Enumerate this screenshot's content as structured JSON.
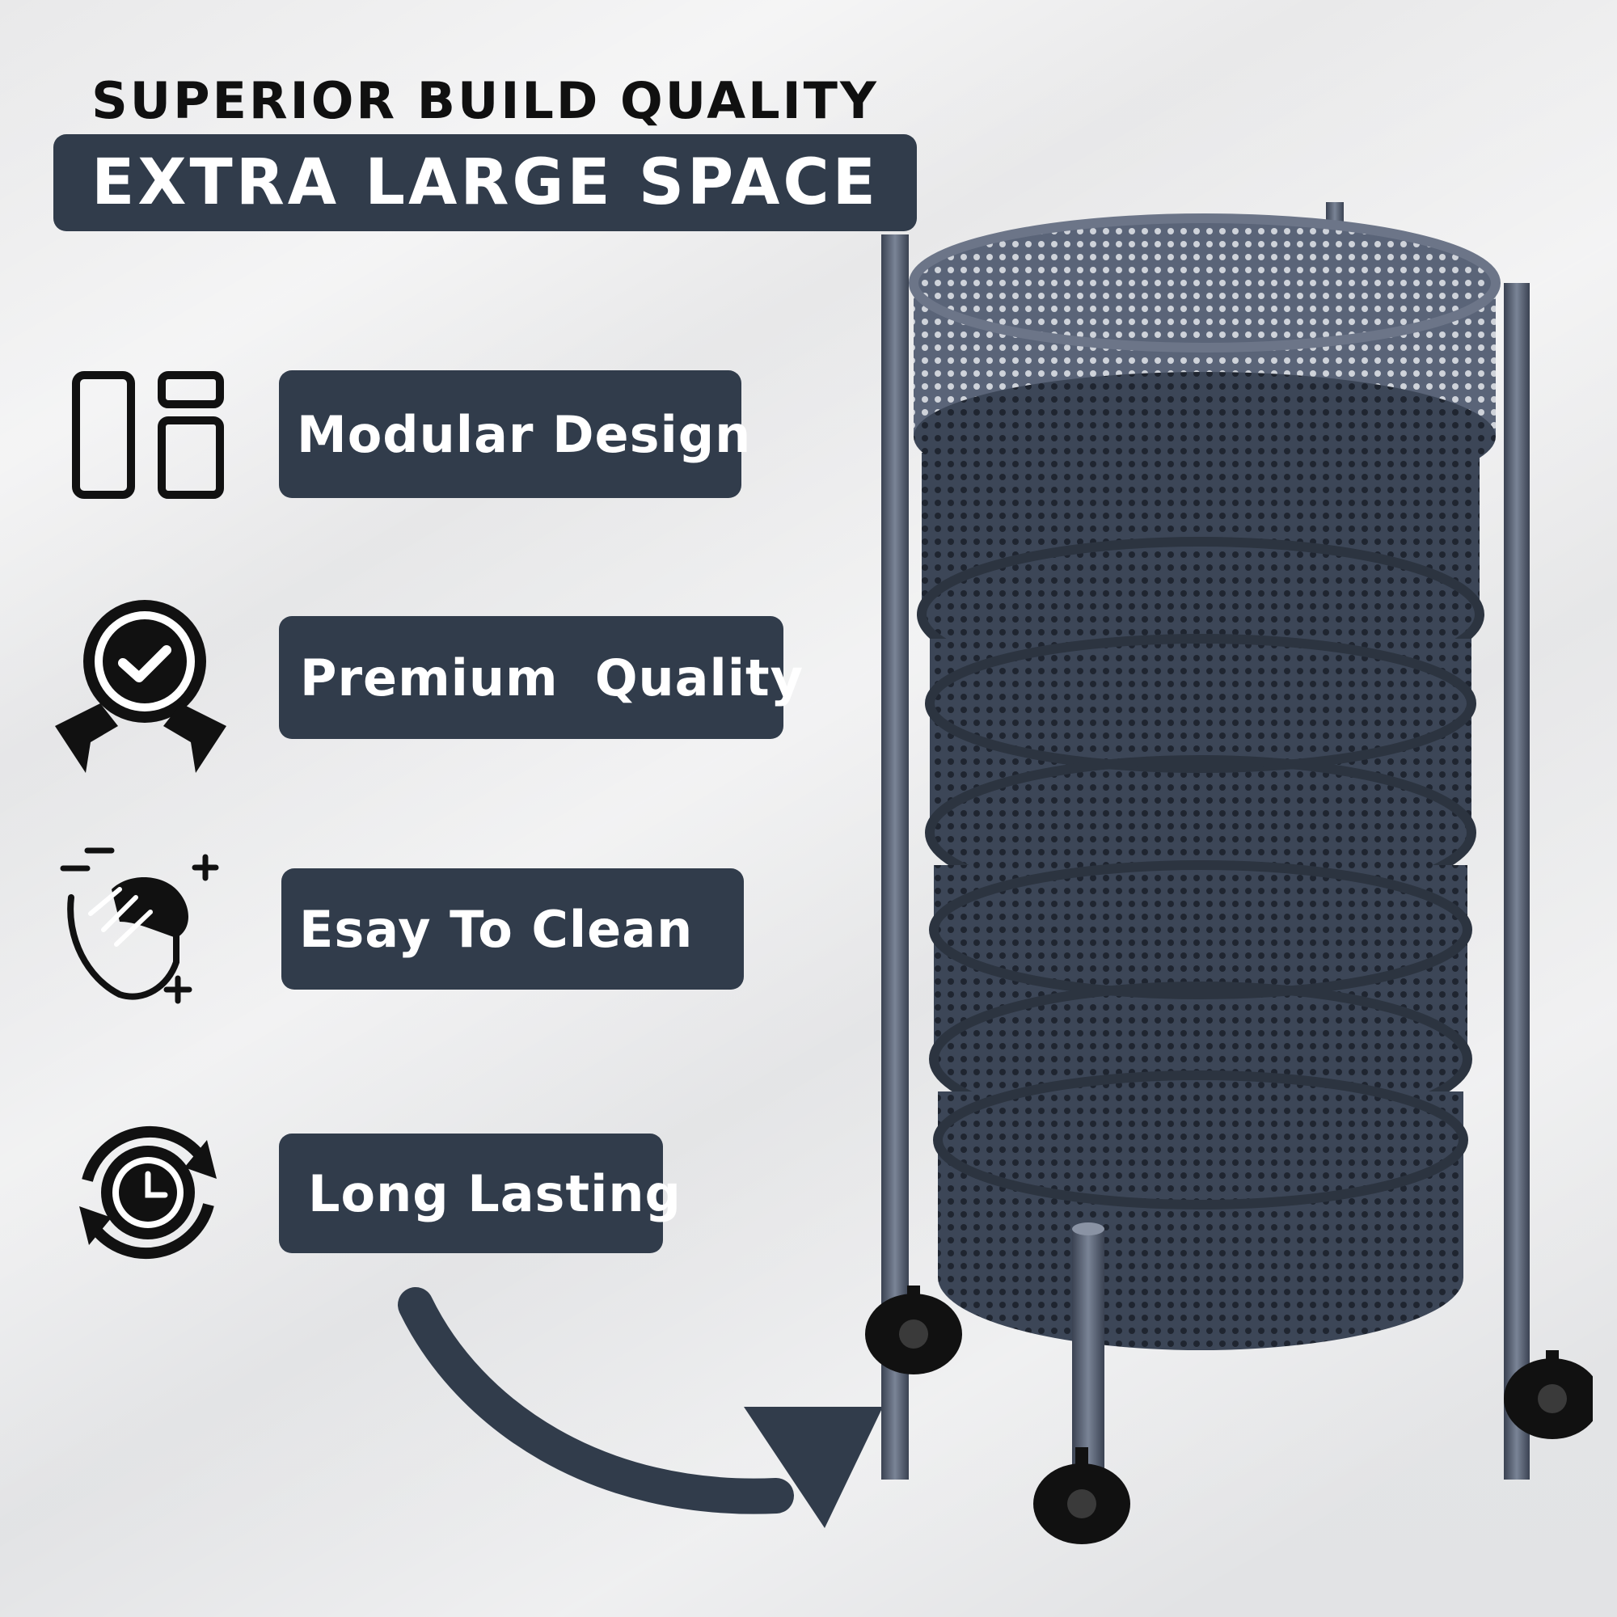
{
  "header": {
    "tagline": "SUPERIOR BUILD QUALITY",
    "banner": "EXTRA LARGE SPACE"
  },
  "features": [
    {
      "label": "Modular Design",
      "icon": "modular-layout-icon"
    },
    {
      "label": "Premium  Quality",
      "icon": "quality-badge-icon"
    },
    {
      "label": "Esay To Clean",
      "icon": "clean-hands-icon"
    },
    {
      "label": "Long Lasting",
      "icon": "clock-cycle-icon"
    }
  ],
  "colors": {
    "banner_bg": "#313c4b",
    "text_light": "#ffffff",
    "text_dark": "#101010",
    "product_body": "#3c4657"
  },
  "product": {
    "name_icon": "rotating-storage-trolley-image"
  }
}
